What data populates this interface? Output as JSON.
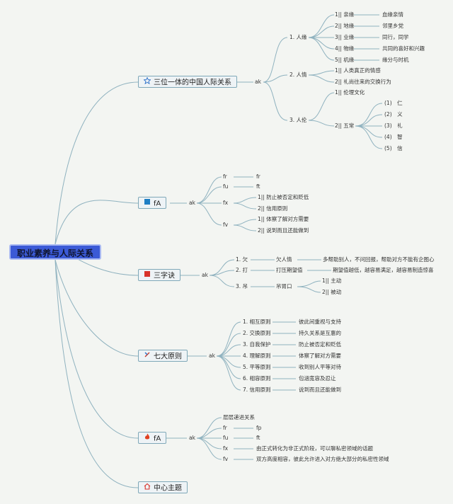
{
  "root": "职业素养与人际关系",
  "branches": [
    {
      "label": "三位一体的中国人际关系",
      "icon": "star-icon",
      "ak": "ak",
      "subs": [
        {
          "label": "1. 人缘",
          "items": [
            {
              "k": "1|| 亲缘",
              "v": "血缘亲情"
            },
            {
              "k": "2|| 地缘",
              "v": "邻里乡党"
            },
            {
              "k": "3|| 业缘",
              "v": "同行，同学"
            },
            {
              "k": "4|| 物缘",
              "v": "共同的喜好和兴趣"
            },
            {
              "k": "5|| 机缘",
              "v": "缘分与时机"
            }
          ]
        },
        {
          "label": "2. 人情",
          "items": [
            {
              "k": "1|| 人类真正的情感"
            },
            {
              "k": "2|| 礼尚往来的交换行为"
            }
          ]
        },
        {
          "label": "3. 人伦",
          "items": [
            {
              "k": "1|| 伦理文化"
            },
            {
              "k": "2|| 五常",
              "list": [
                "(1)　仁",
                "(2)　义",
                "(3)　礼",
                "(4)　智",
                "(5)　信"
              ]
            }
          ]
        }
      ]
    },
    {
      "label": "fA",
      "icon": "blue-flag-icon",
      "ak": "ak",
      "subs": [
        {
          "label": "fr",
          "items": [
            {
              "k": "fr"
            }
          ]
        },
        {
          "label": "fu",
          "items": [
            {
              "k": "ft"
            }
          ]
        },
        {
          "label": "fx",
          "items": [
            {
              "k": "1|| 防止被否定和贬低"
            },
            {
              "k": "2|| 信用原则"
            }
          ]
        },
        {
          "label": "fv",
          "items": [
            {
              "k": "1|| 体察了解对方需要"
            },
            {
              "k": "2|| 说到而且还能做到"
            }
          ]
        }
      ]
    },
    {
      "label": "三字诀",
      "icon": "red-flag-icon",
      "ak": "ak",
      "subs": [
        {
          "label": "1. 欠",
          "items": [
            {
              "k": "欠人情",
              "v": "多帮助别人，不问回报，帮助对方不能有企图心"
            }
          ]
        },
        {
          "label": "2. 打",
          "items": [
            {
              "k": "打压期望值",
              "v": "期望值越低，越容易满足，越容易制造惊喜"
            }
          ]
        },
        {
          "label": "3. 吊",
          "items": [
            {
              "k": "吊胃口",
              "list": [
                "1|| 主动",
                "2|| 被动"
              ]
            }
          ]
        }
      ]
    },
    {
      "label": "七大原则",
      "icon": "tools-icon",
      "ak": "ak",
      "subs": [
        {
          "label": "1. 相互原则",
          "v": "彼此间重视与支持"
        },
        {
          "label": "2. 交换原则",
          "v": "持久关系是互惠的"
        },
        {
          "label": "3. 自我保护",
          "v": "防止被否定和贬低"
        },
        {
          "label": "4. 理解原则",
          "v": "体察了解对方需要"
        },
        {
          "label": "5. 平等原则",
          "v": "收到别人平等对待"
        },
        {
          "label": "6. 相容原则",
          "v": "包涵宽容及忍让"
        },
        {
          "label": "7. 信用原则",
          "v": "说到而且还能做到"
        }
      ]
    },
    {
      "label": "fA",
      "icon": "fire-icon",
      "ak": "ak",
      "subs": [
        {
          "label": "层层递进关系"
        },
        {
          "label": "fr",
          "v": "fp"
        },
        {
          "label": "fu",
          "v": "ft"
        },
        {
          "label": "fx",
          "v": "由正式转化为非正式阶段，可以聊私密领域的话题"
        },
        {
          "label": "fv",
          "v": "双方高度相容，彼此允许进入对方绝大部分的私密性领域"
        }
      ]
    },
    {
      "label": "中心主题",
      "icon": "home-icon"
    }
  ],
  "colors": {
    "background": "#f3f5f2",
    "root_fill": "#3b5ad6",
    "branch_fill": "#eef3f6",
    "line": "#7fa8b8"
  }
}
